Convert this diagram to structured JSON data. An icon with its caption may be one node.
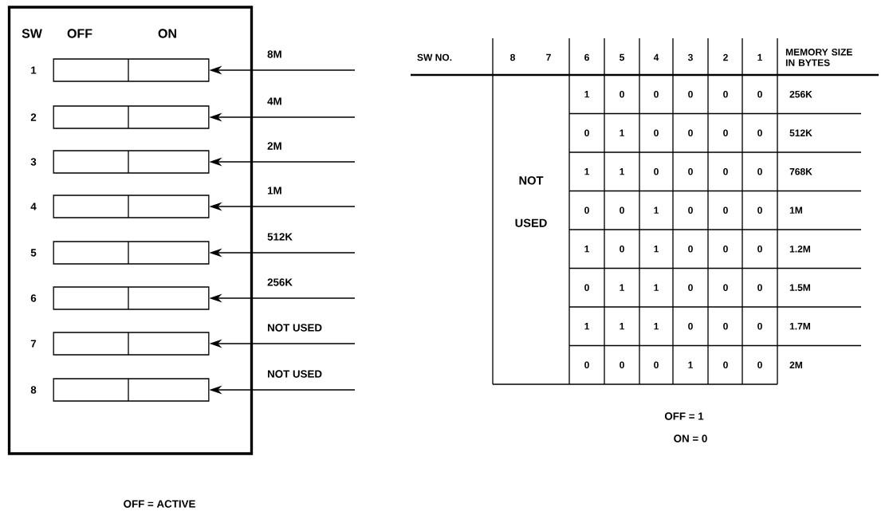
{
  "diagram": {
    "nodes": [
      {
        "text": [
          "SW",
          "OFF",
          "ON"
        ]
      },
      {
        "text": [],
        "shape": "box",
        "in": 0,
        "beside": [
          "1"
        ]
      },
      {
        "text": [],
        "shape": "box",
        "in": 0,
        "beside": [
          "2"
        ]
      },
      {
        "text": [],
        "shape": "box",
        "in": 0,
        "beside": [
          "3"
        ]
      },
      {
        "text": [],
        "shape": "box",
        "in": 0,
        "beside": [
          "4"
        ]
      },
      {
        "text": [],
        "shape": "box",
        "in": 0,
        "beside": [
          "5"
        ]
      },
      {
        "text": [],
        "shape": "box",
        "in": 0,
        "beside": [
          "6"
        ]
      },
      {
        "text": [],
        "shape": "box",
        "in": 0,
        "beside": [
          "7"
        ]
      },
      {
        "text": [],
        "shape": "box",
        "in": 0,
        "beside": [
          "8"
        ]
      }
    ],
    "edges": [
      {
        "from": null,
        "to": 1,
        "arrow": "to",
        "label": "8M"
      },
      {
        "from": null,
        "to": 2,
        "arrow": "to",
        "label": "4M"
      },
      {
        "from": null,
        "to": 3,
        "arrow": "to",
        "label": "2M"
      },
      {
        "from": null,
        "to": 4,
        "arrow": "to",
        "label": "1M"
      },
      {
        "from": null,
        "to": 5,
        "arrow": "to",
        "label": "512K"
      },
      {
        "from": null,
        "to": 6,
        "arrow": "to",
        "label": "256K"
      },
      {
        "from": null,
        "to": 7,
        "arrow": "to",
        "label": "NOT USED"
      },
      {
        "from": null,
        "to": 8,
        "arrow": "to",
        "label": "NOT USED"
      }
    ],
    "labels": [
      "SW NO.",
      "8",
      "7",
      "6",
      "5",
      "4",
      "3",
      "2",
      "1",
      "MEMORY SIZE IN BYTES",
      "NOT USED",
      "1",
      "0",
      "0",
      "0",
      "0",
      "0",
      "256K",
      "0",
      "1",
      "0",
      "0",
      "0",
      "0",
      "512K",
      "1",
      "1",
      "0",
      "0",
      "0",
      "0",
      "768K",
      "0",
      "0",
      "1",
      "0",
      "0",
      "0",
      "1M",
      "1",
      "0",
      "1",
      "0",
      "0",
      "0",
      "1.2M",
      "0",
      "1",
      "1",
      "0",
      "0",
      "0",
      "1.5M",
      "1",
      "1",
      "1",
      "0",
      "0",
      "0",
      "1.7M",
      "0",
      "0",
      "0",
      "1",
      "0",
      "0",
      "2M",
      "OFF = 1",
      "ON = 0",
      "OFF = ACTIVE"
    ]
  }
}
